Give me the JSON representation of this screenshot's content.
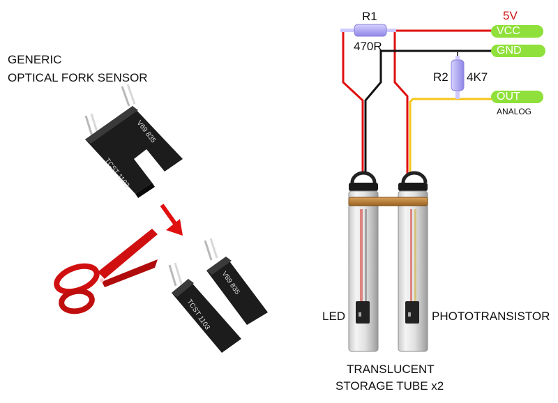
{
  "left": {
    "title_line1": "GENERIC",
    "title_line2": "OPTICAL FORK SENSOR",
    "part_mark_1": "TCST 1103",
    "part_mark_2": "V69 835"
  },
  "circuit": {
    "supply": "5V",
    "r1_name": "R1",
    "r1_value": "470R",
    "r2_name": "R2",
    "r2_value": "4K7",
    "pin_vcc": "VCC",
    "pin_gnd": "GND",
    "pin_out": "OUT",
    "out_type": "ANALOG",
    "led_label": "LED",
    "photo_label": "PHOTOTRANSISTOR",
    "tube_line1": "TRANSLUCENT",
    "tube_line2": "STORAGE TUBE x2"
  },
  "colors": {
    "vcc_wire": "#e01010",
    "gnd_wire": "#111111",
    "out_wire": "#f5c518",
    "pin_label": "#8fe03a",
    "supply_text": "#cc1111",
    "resistor": "#b7b0f0",
    "sensor_body": "#1c1c1c",
    "arrow": "#e01010",
    "scissors": "#d01010"
  }
}
